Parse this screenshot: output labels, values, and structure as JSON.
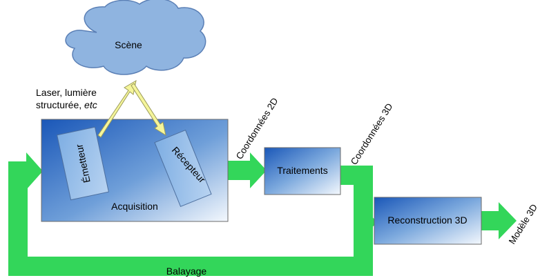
{
  "scene": {
    "label": "Scène"
  },
  "signal": {
    "line1": "Laser, lumière",
    "line2_text": "structurée, ",
    "line2_italic": "etc"
  },
  "acquisition": {
    "label": "Acquisition",
    "emitter": "Émetteur",
    "receiver": "Récepteur"
  },
  "coords_2d": "Coordonnées 2D",
  "processing": {
    "label": "Traitements"
  },
  "coords_3d": "Coordonnées 3D",
  "reconstruction": {
    "label": "Reconstruction 3D"
  },
  "model_3d": "Modèle 3D",
  "sweep": "Balayage",
  "colors": {
    "flow_arrow": "#33d65a",
    "beam_arrow": "#f5f59a",
    "box_dark": "#1f5fbf",
    "box_light": "#eef4fc",
    "cloud_fill": "#8fb4e0",
    "cloud_stroke": "#5a7fb5"
  }
}
